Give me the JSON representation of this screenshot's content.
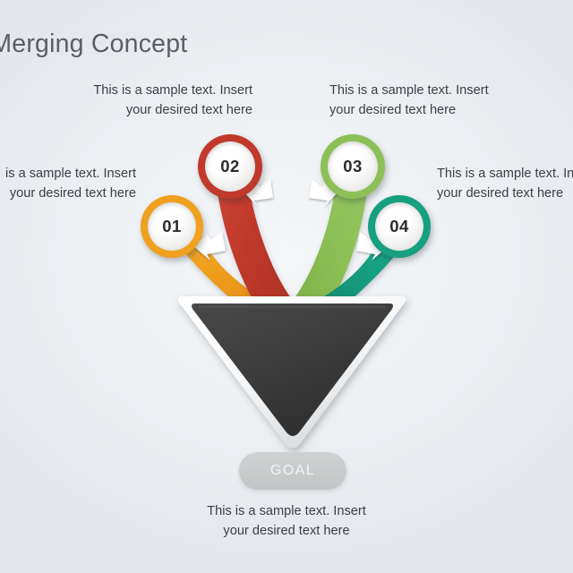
{
  "slide": {
    "title": "ws Merging Concept",
    "background_color": "#e9ecef"
  },
  "goal": {
    "label": "GOAL",
    "color": "#c8cacb",
    "text_color": "#f2f4f5"
  },
  "funnel": {
    "shape": "downward-triangle",
    "fill_color": "#3b3b3b",
    "border_color": "#ffffff"
  },
  "steps": [
    {
      "number": "01",
      "color": "#efa01e",
      "arrow": "down-right-arrow",
      "caption": "is a sample text. Insert\nyour desired text here",
      "caption_align": "right"
    },
    {
      "number": "02",
      "color": "#c0392b",
      "arrow": "down-right-arrow",
      "caption": "This is a sample text. Insert\nyour desired text here",
      "caption_align": "right"
    },
    {
      "number": "03",
      "color": "#8cc056",
      "arrow": "down-left-arrow",
      "caption": "This is a sample text. Insert\nyour desired text here",
      "caption_align": "left"
    },
    {
      "number": "04",
      "color": "#17a080",
      "arrow": "down-left-arrow",
      "caption": "This is a sample text. In\nyour desired text here",
      "caption_align": "left"
    }
  ],
  "footer": {
    "caption": "This is a sample text. Insert\nyour desired text here"
  }
}
